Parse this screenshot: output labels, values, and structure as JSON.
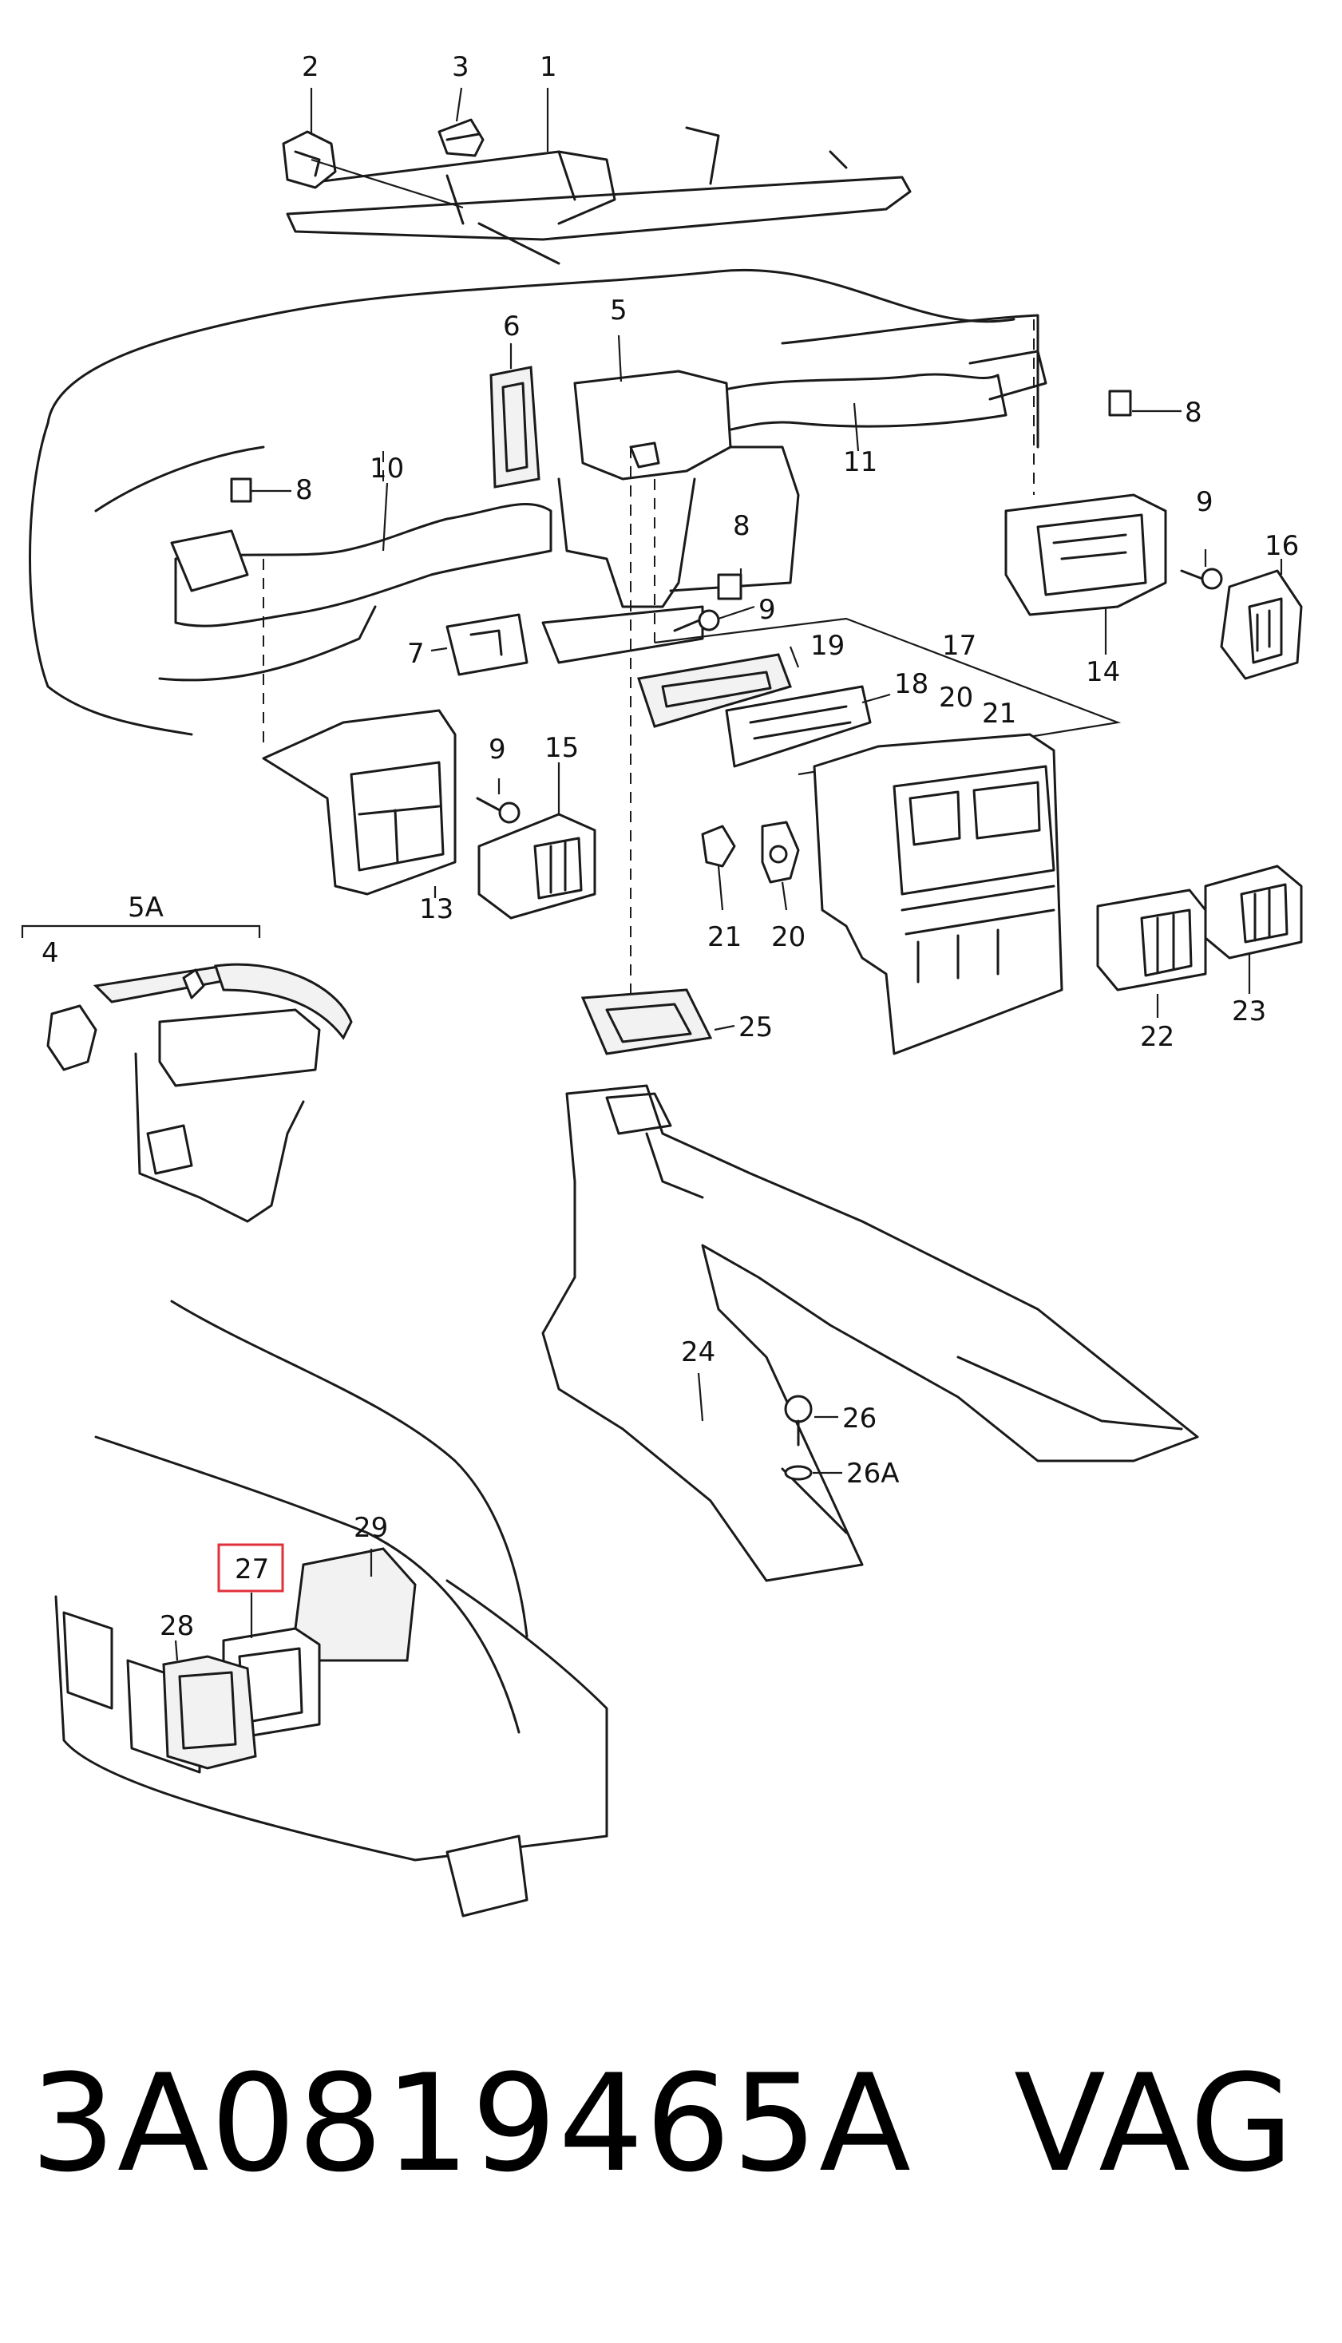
{
  "callouts": [
    {
      "id": "2",
      "label": "2"
    },
    {
      "id": "3",
      "label": "3"
    },
    {
      "id": "1",
      "label": "1"
    },
    {
      "id": "6",
      "label": "6"
    },
    {
      "id": "5",
      "label": "5"
    },
    {
      "id": "8a",
      "label": "8"
    },
    {
      "id": "8b",
      "label": "8"
    },
    {
      "id": "10",
      "label": "10"
    },
    {
      "id": "11",
      "label": "11"
    },
    {
      "id": "8c",
      "label": "8"
    },
    {
      "id": "9a",
      "label": "9"
    },
    {
      "id": "9b",
      "label": "9"
    },
    {
      "id": "16",
      "label": "16"
    },
    {
      "id": "7",
      "label": "7"
    },
    {
      "id": "14",
      "label": "14"
    },
    {
      "id": "19",
      "label": "19"
    },
    {
      "id": "17",
      "label": "17"
    },
    {
      "id": "18",
      "label": "18"
    },
    {
      "id": "20a",
      "label": "20"
    },
    {
      "id": "21a",
      "label": "21"
    },
    {
      "id": "9c",
      "label": "9"
    },
    {
      "id": "15",
      "label": "15"
    },
    {
      "id": "13",
      "label": "13"
    },
    {
      "id": "21b",
      "label": "21"
    },
    {
      "id": "20b",
      "label": "20"
    },
    {
      "id": "5A",
      "label": "5A"
    },
    {
      "id": "4",
      "label": "4"
    },
    {
      "id": "25",
      "label": "25"
    },
    {
      "id": "22",
      "label": "22"
    },
    {
      "id": "23",
      "label": "23"
    },
    {
      "id": "24",
      "label": "24"
    },
    {
      "id": "26",
      "label": "26"
    },
    {
      "id": "26A",
      "label": "26A"
    },
    {
      "id": "29",
      "label": "29"
    },
    {
      "id": "27",
      "label": "27"
    },
    {
      "id": "28",
      "label": "28"
    }
  ],
  "highlight": {
    "label": "27",
    "color": "#e0303a"
  },
  "caption": {
    "part_number": "3A0819465A",
    "brand": "VAG"
  },
  "colors": {
    "line": "#1a1a1a",
    "background": "#ffffff"
  }
}
